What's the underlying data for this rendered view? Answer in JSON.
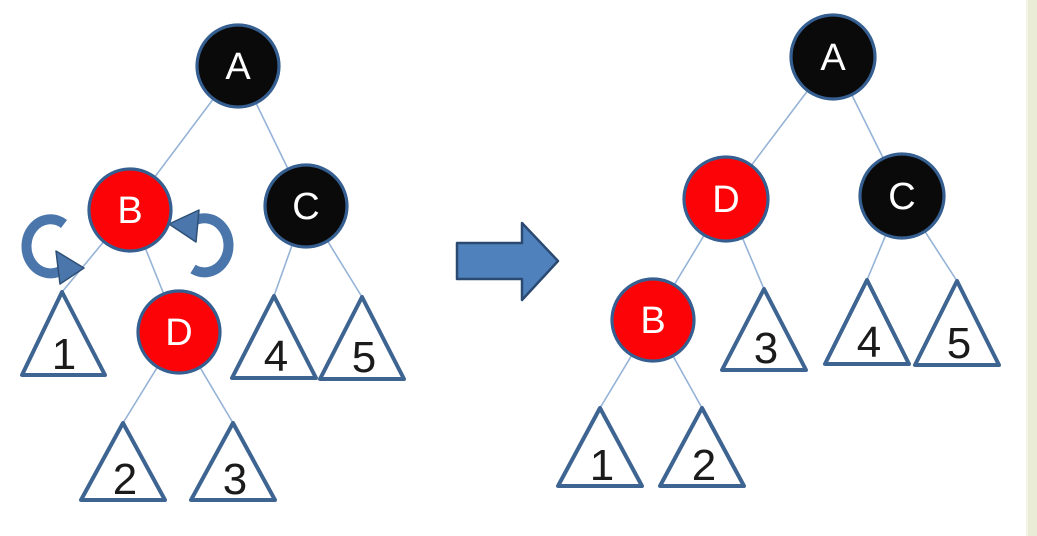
{
  "diagram_title": "red-black-tree-left-rotation",
  "colors": {
    "background": "#ffffff",
    "node_black": "#0a0a0b",
    "node_red": "#fb0307",
    "node_border": "#365f91",
    "leaf_fill": "#ffffff",
    "leaf_border": "#3e6492",
    "leaf_number": "#1b1b1b",
    "edge_line": "#95b3d7",
    "node_label": "#ffffff",
    "rotation_arrow": "#4b76ab",
    "rotation_arrow_border": "#2e5077",
    "big_arrow": "#4f81bd",
    "big_arrow_border": "#2b4a72",
    "side_strip": "#eaecd6",
    "side_strip_edge": "#f4f5e6"
  },
  "icons": {
    "rotation_left": "curved-rotation-arrow-counterclockwise",
    "rotation_right": "curved-rotation-arrow-counterclockwise",
    "transition": "block-arrow-right"
  },
  "trees": {
    "before": {
      "nodes": [
        {
          "label": "A",
          "color": "black"
        },
        {
          "label": "B",
          "color": "red"
        },
        {
          "label": "C",
          "color": "black"
        },
        {
          "label": "D",
          "color": "red"
        }
      ],
      "leaves": [
        "1",
        "2",
        "3",
        "4",
        "5"
      ]
    },
    "after": {
      "nodes": [
        {
          "label": "A",
          "color": "black"
        },
        {
          "label": "D",
          "color": "red"
        },
        {
          "label": "C",
          "color": "black"
        },
        {
          "label": "B",
          "color": "red"
        }
      ],
      "leaves": [
        "1",
        "2",
        "3",
        "4",
        "5"
      ]
    }
  }
}
